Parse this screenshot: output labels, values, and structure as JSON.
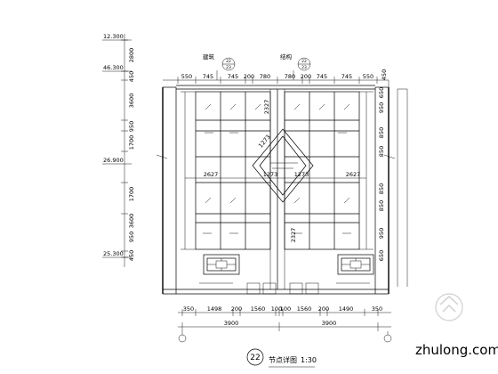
{
  "elevations": [
    "12.300",
    "46.300",
    "26.900",
    "25.300"
  ],
  "left_dims": [
    "2800",
    "450",
    "3600",
    "950",
    "1700",
    "1700",
    "3600",
    "950",
    "450"
  ],
  "top_dims_left": [
    "550",
    "745",
    "745",
    "200",
    "780"
  ],
  "top_dims_right": [
    "780",
    "200",
    "745",
    "745",
    "550"
  ],
  "right_dims": [
    "450",
    "650",
    "950",
    "850",
    "850",
    "850",
    "850",
    "950",
    "650"
  ],
  "section_marks": [
    {
      "label": "建筑",
      "number": "22",
      "sheet": "23"
    },
    {
      "label": "结构",
      "number": "22",
      "sheet": "23"
    }
  ],
  "inner_dims": {
    "top": "2327",
    "bottom": "2327",
    "left_mid": "2627",
    "right_mid": "2627",
    "center_a": "1273",
    "center_b": "1273",
    "diag": "1273"
  },
  "bottom_dims_row": [
    "350",
    "1498",
    "200",
    "1560",
    "100",
    "100",
    "1560",
    "200",
    "1490",
    "350"
  ],
  "bottom_totals": [
    "3900",
    "3900"
  ],
  "title": {
    "number": "22",
    "name": "节点详图",
    "scale": "1:30"
  },
  "watermark": "zhulong.com"
}
